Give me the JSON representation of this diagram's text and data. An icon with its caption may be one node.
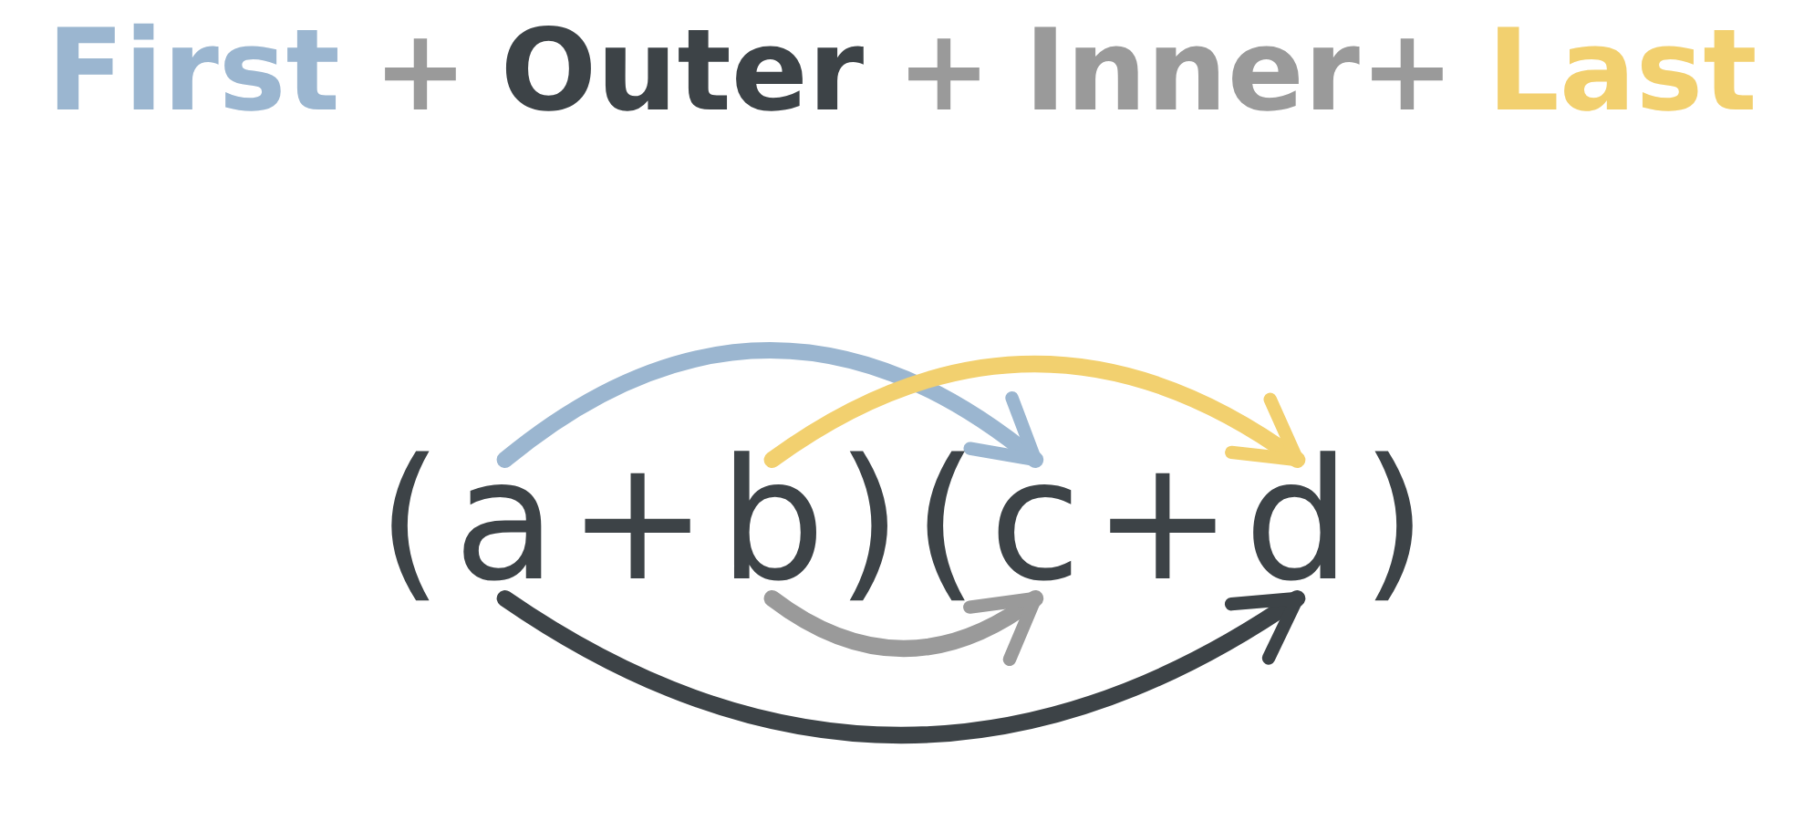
{
  "diagram": {
    "nodes": [
      {
        "text": [
          "a"
        ]
      },
      {
        "text": [
          "b"
        ]
      },
      {
        "text": [
          "c"
        ]
      },
      {
        "text": [
          "d"
        ]
      }
    ],
    "edges": [
      {
        "from": 0,
        "to": 2,
        "arrow": "to",
        "color": "#9bb6d0"
      },
      {
        "from": 0,
        "to": 3,
        "arrow": "to",
        "color": "#3d4347"
      },
      {
        "from": 1,
        "to": 2,
        "arrow": "to",
        "color": "#9a9a9a"
      },
      {
        "from": 1,
        "to": 3,
        "arrow": "to",
        "color": "#f2d06f"
      }
    ],
    "labels": [
      "First",
      "+",
      "Outer",
      "+",
      "Inner+",
      "Last",
      "(",
      "+",
      ")",
      "(",
      "+",
      ")"
    ]
  }
}
